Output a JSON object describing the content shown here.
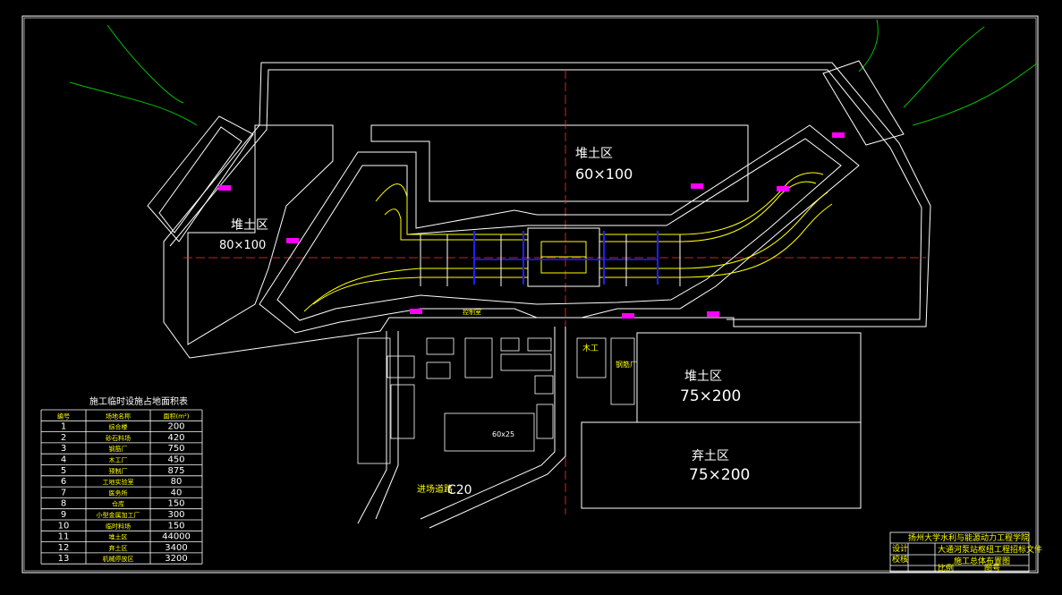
{
  "zones": {
    "stockpile_left_name": "堆土区",
    "stockpile_left_size": "80×100",
    "stockpile_top_name": "堆土区",
    "stockpile_top_size": "60×100",
    "stockpile_right_name": "堆土区",
    "stockpile_right_size": "75×200",
    "spoil_name": "弃土区",
    "spoil_size": "75×200"
  },
  "site_labels": {
    "access_road": "进场道路",
    "concrete": "C20",
    "block_dim": "60x25",
    "carpentry": "木工",
    "steel_shop": "钢筋厂",
    "control_room": "控制室"
  },
  "facility_table": {
    "title": "施工临时设施占地面积表",
    "headers": [
      "编号",
      "场地名称",
      "面积(m²)"
    ],
    "rows": [
      {
        "no": "1",
        "name": "综合楼",
        "area": "200"
      },
      {
        "no": "2",
        "name": "砂石料场",
        "area": "420"
      },
      {
        "no": "3",
        "name": "钢筋厂",
        "area": "750"
      },
      {
        "no": "4",
        "name": "木工厂",
        "area": "450"
      },
      {
        "no": "5",
        "name": "预制厂",
        "area": "875"
      },
      {
        "no": "6",
        "name": "工地实验室",
        "area": "80"
      },
      {
        "no": "7",
        "name": "医务所",
        "area": "40"
      },
      {
        "no": "8",
        "name": "仓库",
        "area": "150"
      },
      {
        "no": "9",
        "name": "小型金属加工厂",
        "area": "300"
      },
      {
        "no": "10",
        "name": "临时料场",
        "area": "150"
      },
      {
        "no": "11",
        "name": "堆土区",
        "area": "44000"
      },
      {
        "no": "12",
        "name": "弃土区",
        "area": "3400"
      },
      {
        "no": "13",
        "name": "机械停放区",
        "area": "3200"
      }
    ]
  },
  "title_block": {
    "institution": "扬州大学水利与能源动力工程学院",
    "project": "大通河泵站枢纽工程招标文件",
    "drawing": "施工总体布置图",
    "designer": "设计",
    "checker": "校核",
    "scale": "比例",
    "sheet": "图号"
  },
  "colors": {
    "background": "#000000",
    "outline": "#ffffff",
    "terrain": "#00c000",
    "road": "#ffff00",
    "axis": "#ff3030",
    "structure": "#2020ff",
    "tag": "#ff00ff"
  }
}
